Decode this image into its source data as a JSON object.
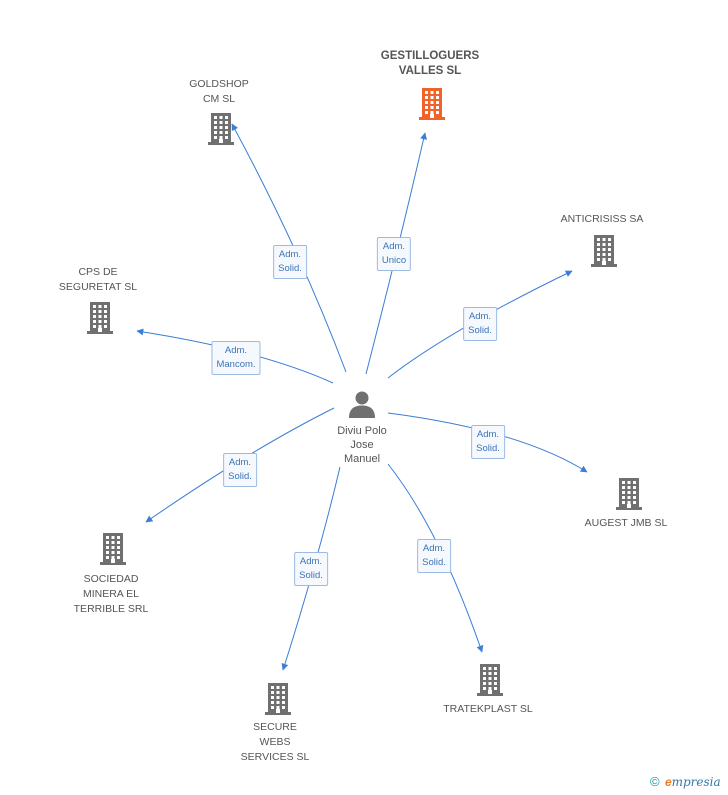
{
  "person": {
    "name": "Diviu Polo\nJose\nManuel",
    "icon": "person-icon"
  },
  "companies": [
    {
      "id": "gestilloguers",
      "label": "GESTILLOGUERS\nVALLES SL",
      "role": "Adm.\nUnico",
      "highlight": true
    },
    {
      "id": "goldshop",
      "label": "GOLDSHOP\nCM SL",
      "role": "Adm.\nSolid.",
      "highlight": false
    },
    {
      "id": "anticrisiss",
      "label": "ANTICRISISS SA",
      "role": "Adm.\nSolid.",
      "highlight": false
    },
    {
      "id": "cps",
      "label": "CPS DE\nSEGURETAT SL",
      "role": "Adm.\nMancom.",
      "highlight": false
    },
    {
      "id": "augest",
      "label": "AUGEST JMB SL",
      "role": "Adm.\nSolid.",
      "highlight": false
    },
    {
      "id": "sociedad",
      "label": "SOCIEDAD\nMINERA EL\nTERRIBLE SRL",
      "role": "Adm.\nSolid.",
      "highlight": false
    },
    {
      "id": "tratekplast",
      "label": "TRATEKPLAST SL",
      "role": "Adm.\nSolid.",
      "highlight": false
    },
    {
      "id": "secure",
      "label": "SECURE\nWEBS\nSERVICES SL",
      "role": "Adm.\nSolid.",
      "highlight": false
    }
  ],
  "colors": {
    "edge": "#3b7dd8",
    "building": "#707070",
    "building_highlight": "#f0632a"
  },
  "footer": {
    "copyright": "©",
    "brand_initial": "e",
    "brand_rest": "mpresia"
  }
}
